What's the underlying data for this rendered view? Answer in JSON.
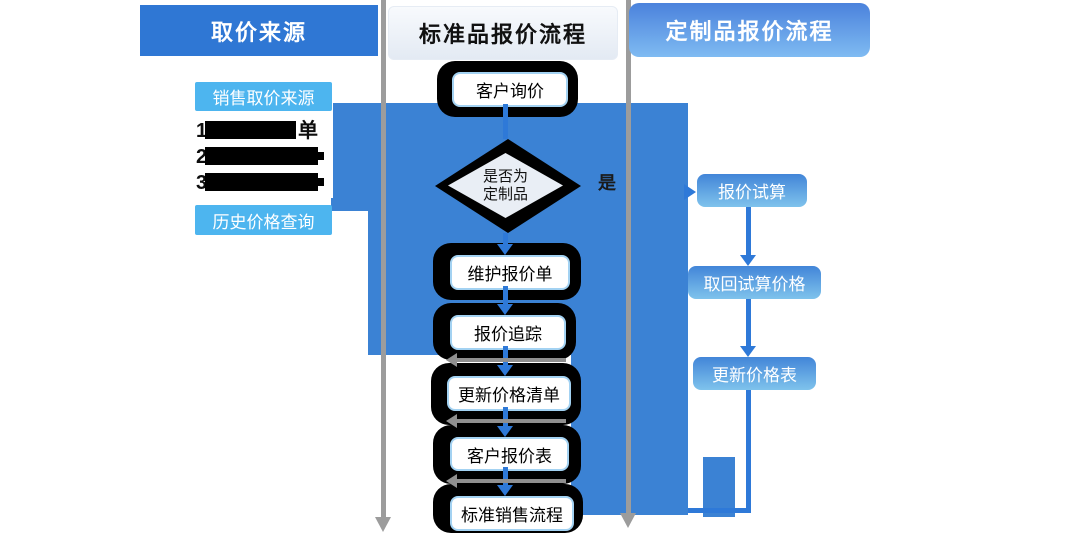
{
  "headers": {
    "col1": "取价来源",
    "col2": "标准品报价流程",
    "col3": "定制品报价流程"
  },
  "left_column": {
    "source_box": "销售取价来源",
    "history_box": "历史价格查询",
    "list_items": [
      {
        "num": "1",
        "suffix": "单",
        "redacted": true
      },
      {
        "num": "2",
        "suffix": "",
        "redacted": true
      },
      {
        "num": "3",
        "suffix": "",
        "redacted": true
      }
    ]
  },
  "standard_flow": {
    "steps": [
      "客户询价",
      "维护报价单",
      "报价追踪",
      "更新价格清单",
      "客户报价表",
      "标准销售流程"
    ],
    "decision": {
      "line1": "是否为",
      "line2": "定制品"
    },
    "yes_label": "是"
  },
  "custom_flow": {
    "steps": [
      "报价试算",
      "取回试算价格",
      "更新价格表"
    ]
  },
  "colors": {
    "lane1_header": "#2f77d4",
    "lane3_header_gradient": [
      "#4b82dc",
      "#7fbbf2"
    ],
    "flow_region_blue": "#3b82d4",
    "light_blue_box": "#4db5ef",
    "step_border": "#a3d2f2",
    "arrow_blue": "#2e79d8",
    "divider_gray": "#9c9c9c",
    "back_arrow_gray": "#8f8f8f",
    "shadow_black": "#000000"
  }
}
